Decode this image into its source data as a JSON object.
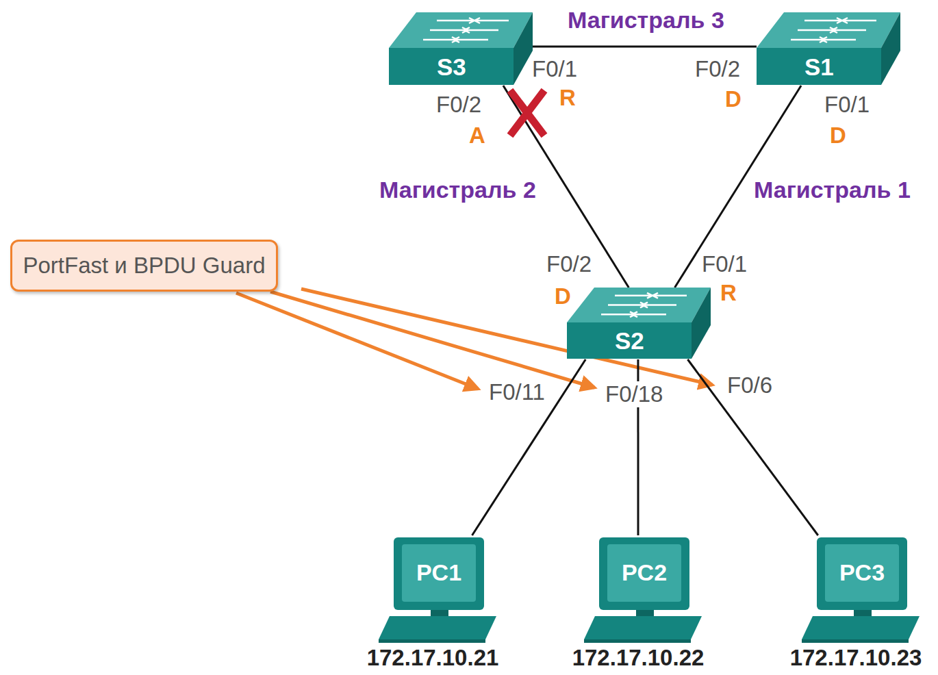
{
  "diagram": {
    "nodes": [
      {
        "text": [
          "S3"
        ]
      },
      {
        "text": [
          "S1"
        ]
      },
      {
        "text": [
          "PortFast и BPDU Guard"
        ]
      },
      {
        "text": [
          "S2"
        ]
      },
      {
        "text": [
          "PC1",
          "172.17.10.21"
        ]
      },
      {
        "text": [
          "PC2",
          "172.17.10.22"
        ]
      },
      {
        "text": [
          "PC3",
          "172.17.10.23"
        ]
      }
    ],
    "edges": [
      {
        "from": 0,
        "to": 1,
        "arrow": "none",
        "label": "Магистраль 3"
      },
      {
        "from": 0,
        "to": 3,
        "arrow": "none",
        "label": "Магистраль 2"
      },
      {
        "from": 1,
        "to": 3,
        "arrow": "none",
        "label": "Магистраль 1"
      },
      {
        "from": 3,
        "to": 4,
        "arrow": "none"
      },
      {
        "from": 3,
        "to": 5,
        "arrow": "none"
      },
      {
        "from": 3,
        "to": 6,
        "arrow": "none"
      }
    ],
    "labels": [
      "F0/1",
      "R",
      "F0/2",
      "A",
      "F0/2",
      "D",
      "F0/1",
      "D",
      "F0/2",
      "D",
      "F0/1",
      "R",
      "F0/11",
      "F0/18",
      "F0/6"
    ]
  }
}
